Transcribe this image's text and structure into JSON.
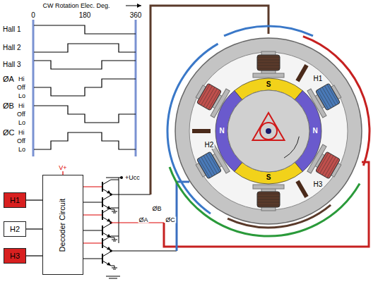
{
  "diagram": {
    "nodes": [
      {
        "text": [
          "H1"
        ]
      },
      {
        "text": [
          "H2"
        ]
      },
      {
        "text": [
          "H3"
        ]
      },
      {
        "text": [
          "Decoder Circuit"
        ]
      }
    ],
    "edges": [
      {
        "from": 0,
        "to": 3,
        "arrow": "none"
      },
      {
        "from": 1,
        "to": 3,
        "arrow": "none"
      },
      {
        "from": 2,
        "to": 3,
        "arrow": "none"
      }
    ],
    "labels": [
      "CW Rotation Elec. Deg.",
      "0",
      "180",
      "360",
      "Hall 1",
      "Hall 2",
      "Hall 3",
      "ØA",
      "Hi",
      "Off",
      "Lo",
      "ØB",
      "Hi",
      "Off",
      "Lo",
      "ØC",
      "Hi",
      "Off",
      "Lo",
      "V+",
      "+Ucc",
      "ØA",
      "ØB",
      "ØC",
      "S",
      "N",
      "N",
      "S",
      "H1",
      "H2",
      "H3"
    ]
  }
}
